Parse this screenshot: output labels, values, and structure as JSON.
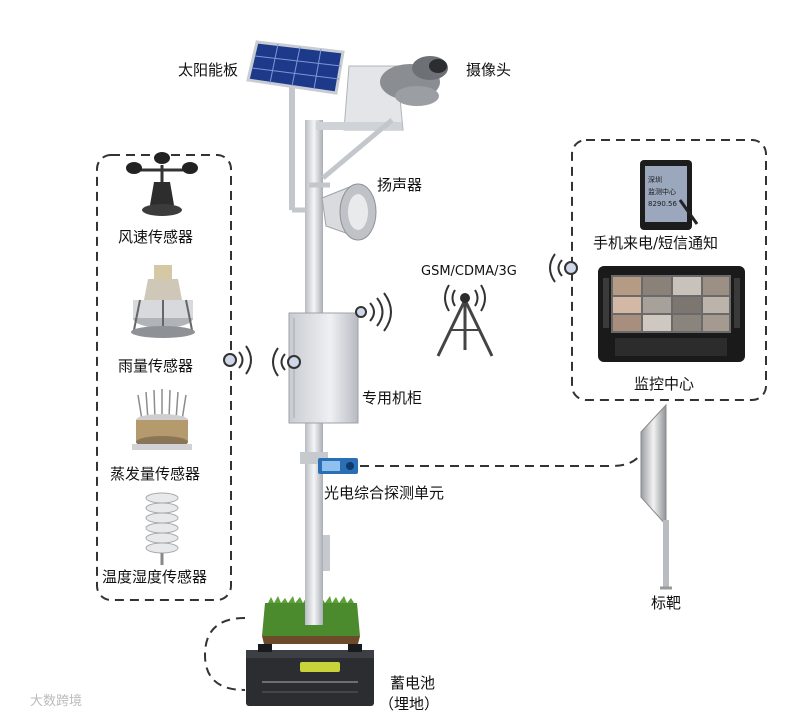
{
  "labels": {
    "solar_panel": "太阳能板",
    "camera": "摄像头",
    "speaker": "扬声器",
    "wind_sensor": "风速传感器",
    "rain_sensor": "雨量传感器",
    "evaporation_sensor": "蒸发量传感器",
    "temp_humidity_sensor": "温度湿度传感器",
    "network": "GSM/CDMA/3G",
    "sms_notify": "手机来电/短信通知",
    "monitor_center": "监控中心",
    "cabinet": "专用机柜",
    "photoelectric_unit": "光电综合探测单元",
    "target": "标靶",
    "battery": "蓄电池",
    "battery_note": "（埋地）"
  },
  "phone_screen_text": [
    "深圳",
    "监测中心",
    "8290.56"
  ],
  "watermark": "大数跨境",
  "colors": {
    "pole": "#dcdfe3",
    "panel": "#1d3a8a",
    "dash": "#333333",
    "grass": "#4c8a2e"
  }
}
